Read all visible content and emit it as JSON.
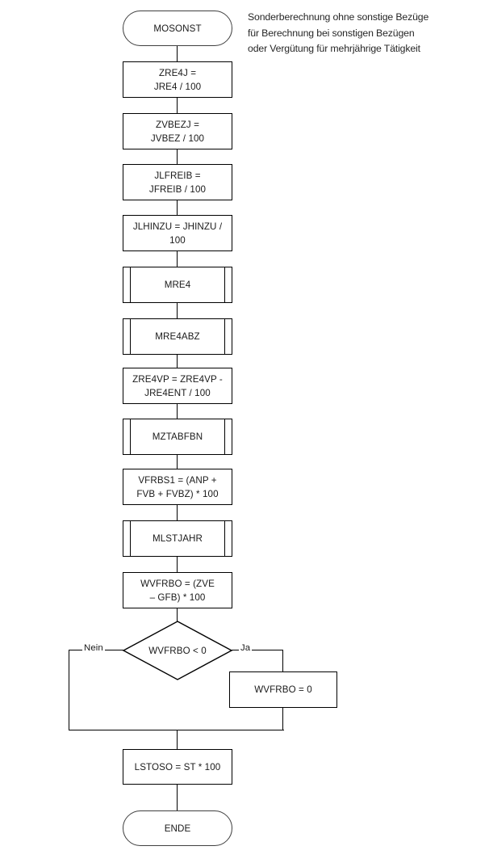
{
  "diagram": {
    "title_caption": {
      "line1": "Sonderberechnung ohne sonstige Bezüge",
      "line2": "für Berechnung bei sonstigen Bezügen",
      "line3": "oder Vergütung für mehrjährige Tätigkeit"
    },
    "colors": {
      "stroke": "#000000",
      "terminal_stroke": "#3f3f3f",
      "text": "#1a1a1a",
      "background": "#ffffff"
    },
    "nodes": {
      "start": {
        "label": "MOSONST",
        "shape": "terminal"
      },
      "zre4j": {
        "line1": "ZRE4J =",
        "line2": "JRE4  / 100",
        "shape": "process"
      },
      "zvbezj": {
        "line1": "ZVBEZJ =",
        "line2": "JVBEZ / 100",
        "shape": "process"
      },
      "jlfreib": {
        "line1": "JLFREIB =",
        "line2": "JFREIB / 100",
        "shape": "process"
      },
      "jlhinzu": {
        "line1": "JLHINZU = JHINZU /",
        "line2": "100",
        "shape": "process"
      },
      "mre4": {
        "label": "MRE4",
        "shape": "subroutine"
      },
      "mre4abz": {
        "label": "MRE4ABZ",
        "shape": "subroutine"
      },
      "zre4vp": {
        "line1": "ZRE4VP = ZRE4VP -",
        "line2": "JRE4ENT / 100",
        "shape": "process"
      },
      "mztabfbn": {
        "label": "MZTABFBN",
        "shape": "subroutine"
      },
      "vfrbs1": {
        "line1": "VFRBS1 = (ANP +",
        "line2": "FVB + FVBZ) * 100",
        "shape": "process"
      },
      "mlstjahr": {
        "label": "MLSTJAHR",
        "shape": "subroutine"
      },
      "wvfrbo_calc": {
        "line1": "WVFRBO = (ZVE",
        "line2": "– GFB) * 100",
        "shape": "process"
      },
      "decision": {
        "label": "WVFRBO < 0",
        "shape": "decision"
      },
      "wvfrbo_zero": {
        "label": "WVFRBO = 0",
        "shape": "process"
      },
      "lstoso": {
        "label": "LSTOSO = ST * 100",
        "shape": "process"
      },
      "end": {
        "label": "ENDE",
        "shape": "terminal"
      }
    },
    "edges": {
      "no_label": "Nein",
      "yes_label": "Ja"
    }
  }
}
